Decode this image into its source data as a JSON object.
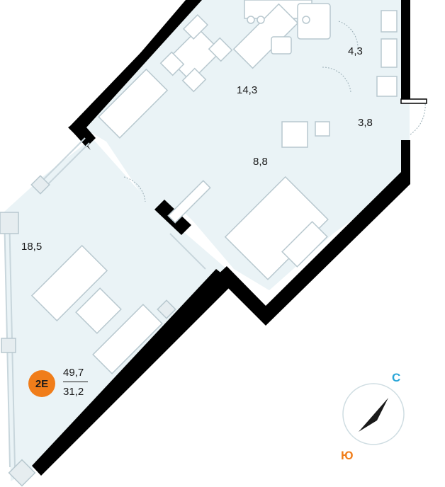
{
  "apartment": {
    "code": "2E",
    "total_area": "49,7",
    "living_area": "31,2"
  },
  "rooms": [
    {
      "id": "kitchen",
      "area": "14,3"
    },
    {
      "id": "bathroom",
      "area": "4,3"
    },
    {
      "id": "hall",
      "area": "3,8"
    },
    {
      "id": "bedroom",
      "area": "8,8"
    },
    {
      "id": "living",
      "area": "18,5"
    }
  ],
  "compass": {
    "north": "С",
    "south": "Ю",
    "north_color": "#2aa6d8",
    "south_color": "#f07d1a"
  },
  "colors": {
    "wall": "#000000",
    "floor": "#eaf3f6",
    "furniture_stroke": "#b8c8cf",
    "badge": "#f07d1a"
  }
}
